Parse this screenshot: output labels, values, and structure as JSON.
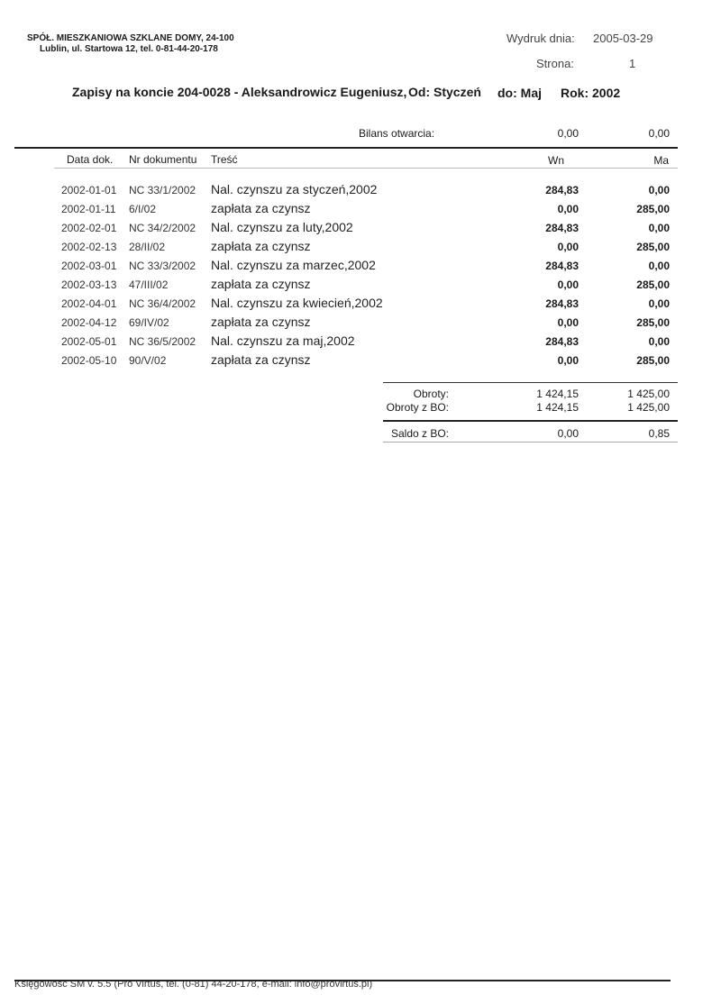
{
  "company": {
    "name": "SPÓŁ. MIESZKANIOWA SZKLANE DOMY, 24-100",
    "address": "Lublin, ul. Startowa 12, tel. 0-81-44-20-178"
  },
  "print_info": {
    "date_label": "Wydruk dnia:",
    "date_value": "2005-03-29",
    "page_label": "Strona:",
    "page_value": "1"
  },
  "title": {
    "main": "Zapisy na koncie 204-0028 - Aleksandrowicz Eugeniusz,",
    "from": "Od: Styczeń",
    "to": "do: Maj",
    "year": "Rok: 2002"
  },
  "opening": {
    "label": "Bilans otwarcia:",
    "wn": "0,00",
    "ma": "0,00"
  },
  "columns": {
    "date": "Data dok.",
    "doc": "Nr dokumentu",
    "desc": "Treść",
    "wn": "Wn",
    "ma": "Ma"
  },
  "rows": [
    {
      "date": "2002-01-01",
      "doc": "NC 33/1/2002",
      "desc": "Nal. czynszu za styczeń,2002",
      "wn": "284,83",
      "ma": "0,00"
    },
    {
      "date": "2002-01-11",
      "doc": "6/I/02",
      "desc": "zapłata za czynsz",
      "wn": "0,00",
      "ma": "285,00"
    },
    {
      "date": "2002-02-01",
      "doc": "NC 34/2/2002",
      "desc": "Nal. czynszu za luty,2002",
      "wn": "284,83",
      "ma": "0,00"
    },
    {
      "date": "2002-02-13",
      "doc": "28/II/02",
      "desc": "zapłata za czynsz",
      "wn": "0,00",
      "ma": "285,00"
    },
    {
      "date": "2002-03-01",
      "doc": "NC 33/3/2002",
      "desc": "Nal. czynszu za marzec,2002",
      "wn": "284,83",
      "ma": "0,00"
    },
    {
      "date": "2002-03-13",
      "doc": "47/III/02",
      "desc": "zapłata za czynsz",
      "wn": "0,00",
      "ma": "285,00"
    },
    {
      "date": "2002-04-01",
      "doc": "NC 36/4/2002",
      "desc": "Nal. czynszu za kwiecień,2002",
      "wn": "284,83",
      "ma": "0,00"
    },
    {
      "date": "2002-04-12",
      "doc": "69/IV/02",
      "desc": "zapłata za czynsz",
      "wn": "0,00",
      "ma": "285,00"
    },
    {
      "date": "2002-05-01",
      "doc": "NC 36/5/2002",
      "desc": "Nal. czynszu za maj,2002",
      "wn": "284,83",
      "ma": "0,00"
    },
    {
      "date": "2002-05-10",
      "doc": "90/V/02",
      "desc": "zapłata za czynsz",
      "wn": "0,00",
      "ma": "285,00"
    }
  ],
  "totals": {
    "turnover_label": "Obroty:",
    "turnover_wn": "1 424,15",
    "turnover_ma": "1 425,00",
    "turnover_bo_label": "Obroty z BO:",
    "turnover_bo_wn": "1 424,15",
    "turnover_bo_ma": "1 425,00",
    "balance_label": "Saldo z BO:",
    "balance_wn": "0,00",
    "balance_ma": "0,85"
  },
  "footer": {
    "text": "Księgowość SM v. 5.5 (Pro Virtus, tel. (0-81) 44-20-178, e-mail: info@provirtus.pl)"
  }
}
